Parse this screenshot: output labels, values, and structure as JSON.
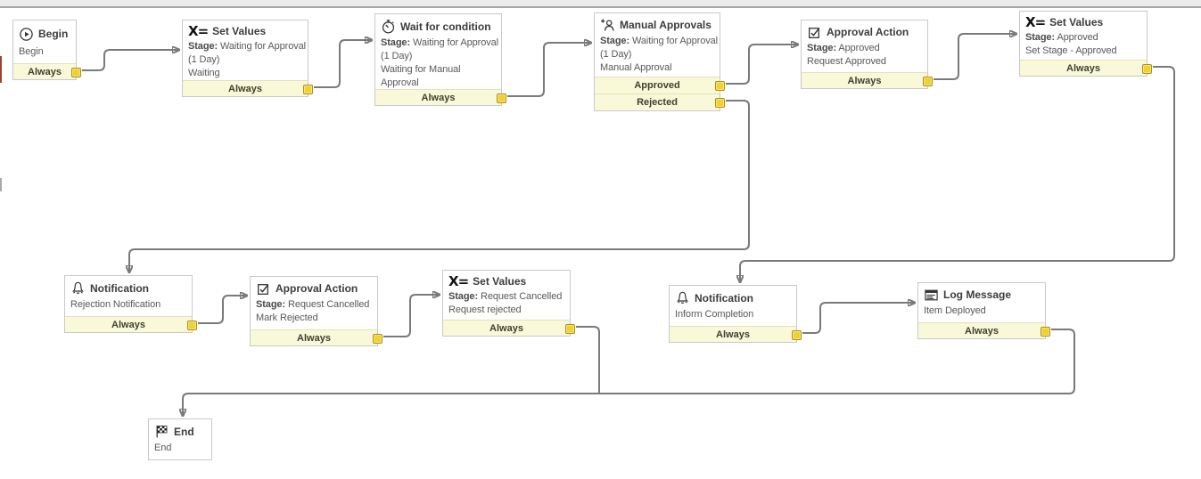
{
  "workflow": {
    "labels": {
      "stage": "Stage:"
    },
    "icons": {
      "set_values_glyph": "X="
    },
    "colors": {
      "connector": "#7a7a7a",
      "port_fill": "#f2d12d",
      "port_border": "#a8901e",
      "transition_bar_bg": "#f9f9da",
      "node_border": "#c9c9c9",
      "left_marker_red": "#9c4231",
      "left_marker_gray": "#a9a9a9"
    },
    "nodes": [
      {
        "id": "begin",
        "title": "Begin",
        "detail": "Begin",
        "outputs": [
          "Always"
        ]
      },
      {
        "id": "set-values-1",
        "title": "Set Values",
        "stage": " Waiting for Approval (1 Day)",
        "detail": "Waiting",
        "outputs": [
          "Always"
        ]
      },
      {
        "id": "wait-for-condition",
        "title": "Wait for condition",
        "stage": " Waiting for Approval (1 Day)",
        "detail": "Waiting for Manual Approval",
        "outputs": [
          "Always"
        ]
      },
      {
        "id": "manual-approvals",
        "title": "Manual Approvals",
        "stage": " Waiting for Approval (1 Day)",
        "detail": "Manual Approval",
        "outputs": [
          "Approved",
          "Rejected"
        ]
      },
      {
        "id": "approval-action-1",
        "title": "Approval Action",
        "stage": " Approved",
        "detail": "Request Approved",
        "outputs": [
          "Always"
        ]
      },
      {
        "id": "set-values-2",
        "title": "Set Values",
        "stage": " Approved",
        "detail": "Set Stage - Approved",
        "outputs": [
          "Always"
        ]
      },
      {
        "id": "notification-rejection",
        "title": "Notification",
        "detail": "Rejection Notification",
        "outputs": [
          "Always"
        ]
      },
      {
        "id": "approval-action-2",
        "title": "Approval Action",
        "stage": " Request Cancelled",
        "detail": "Mark Rejected",
        "outputs": [
          "Always"
        ]
      },
      {
        "id": "set-values-3",
        "title": "Set Values",
        "stage": " Request Cancelled",
        "detail": "Request rejected",
        "outputs": [
          "Always"
        ]
      },
      {
        "id": "notification-completion",
        "title": "Notification",
        "detail": "Inform Completion",
        "outputs": [
          "Always"
        ]
      },
      {
        "id": "log-message",
        "title": "Log Message",
        "detail": "Item Deployed",
        "outputs": [
          "Always"
        ]
      },
      {
        "id": "end",
        "title": "End",
        "detail": "End",
        "outputs": []
      }
    ]
  }
}
